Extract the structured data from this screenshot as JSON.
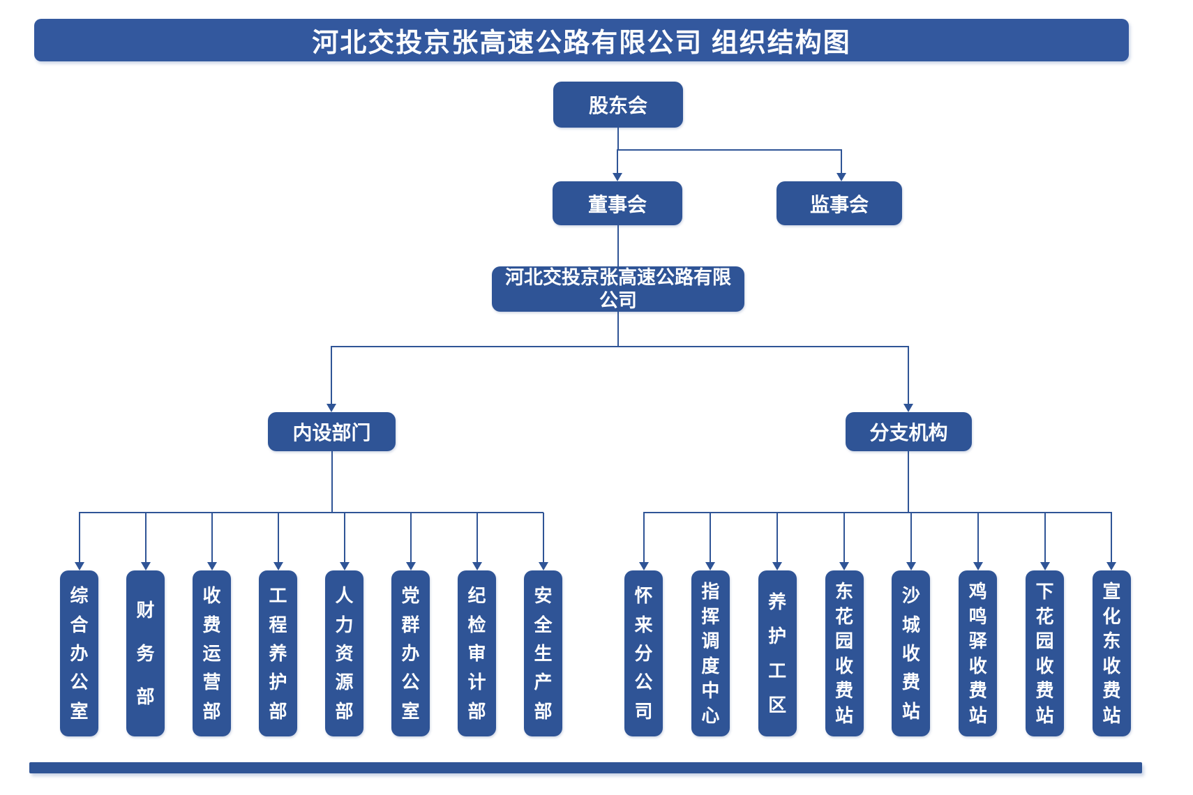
{
  "title": "河北交投京张高速公路有限公司 组织结构图",
  "nodes": {
    "shareholders": "股东会",
    "board": "董事会",
    "supervisory": "监事会",
    "company": "河北交投京张高速公路有限公司",
    "internal_departments": "内设部门",
    "branch_organizations": "分支机构"
  },
  "departments": [
    "综合办公室",
    "财务部",
    "收费运营部",
    "工程养护部",
    "人力资源部",
    "党群办公室",
    "纪检审计部",
    "安全生产部"
  ],
  "branches": [
    "怀来分公司",
    "指挥调度中心",
    "养护工区",
    "东花园收费站",
    "沙城收费站",
    "鸡鸣驿收费站",
    "下花园收费站",
    "宣化东收费站"
  ],
  "colors": {
    "node_fill": "#2F5496",
    "title_fill": "#33589E",
    "line": "#2F5496",
    "bottom_bar": "#2F5496",
    "text": "#FFFFFF"
  }
}
